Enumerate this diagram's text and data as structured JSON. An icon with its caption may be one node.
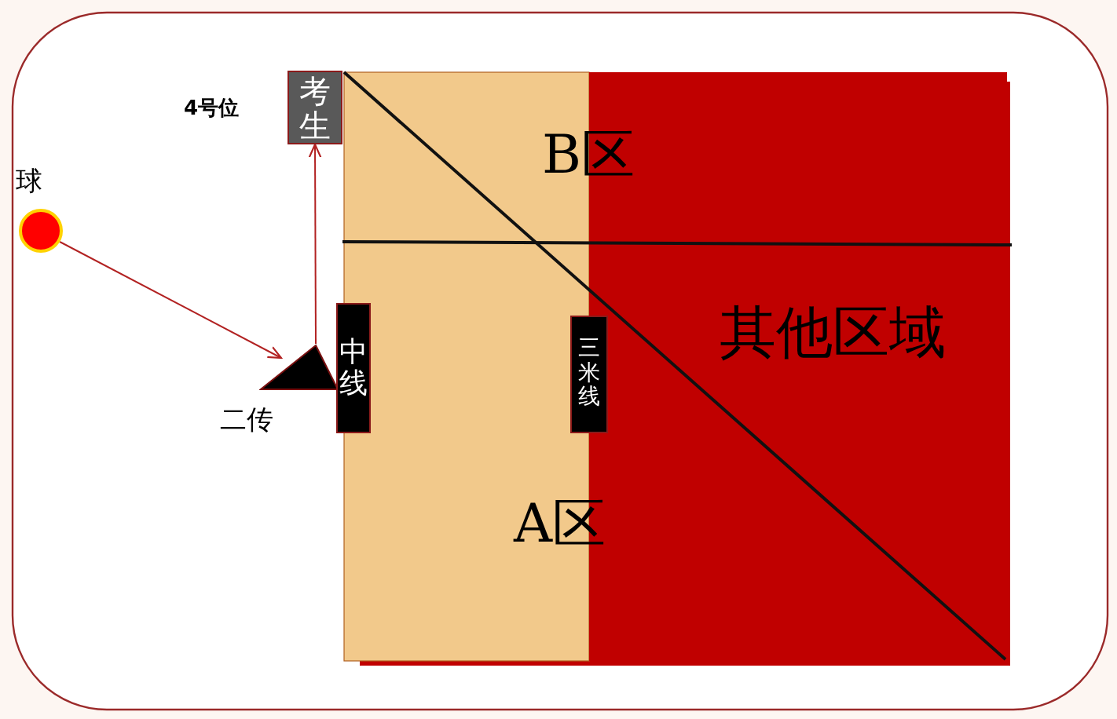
{
  "diagram": {
    "nodes": [
      {
        "text": [
          "考生"
        ],
        "beside": [
          "4号位"
        ]
      },
      {
        "text": [],
        "shape": "circle",
        "beside": [
          "球"
        ]
      },
      {
        "text": [],
        "shape": "triangle",
        "beside": [
          "二传"
        ]
      },
      {
        "text": [
          "中线"
        ]
      },
      {
        "text": [
          "三米线"
        ]
      }
    ],
    "edges": [
      {
        "from": 1,
        "to": 2,
        "arrow": "to"
      },
      {
        "from": 2,
        "to": 0,
        "arrow": "to"
      }
    ],
    "labels": [
      "B区",
      "其他区域",
      "A区"
    ]
  }
}
